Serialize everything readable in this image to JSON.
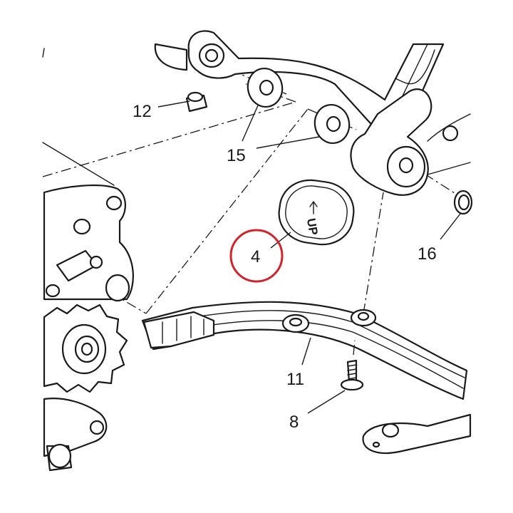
{
  "diagram": {
    "callouts": [
      {
        "id": "12",
        "label": "12"
      },
      {
        "id": "15",
        "label": "15"
      },
      {
        "id": "16",
        "label": "16"
      },
      {
        "id": "4",
        "label": "4",
        "highlighted": true
      },
      {
        "id": "11",
        "label": "11"
      },
      {
        "id": "8",
        "label": "8"
      }
    ],
    "cap_text": "UP",
    "highlight_color": "#d2232a",
    "line_color": "#1a1a1a"
  }
}
